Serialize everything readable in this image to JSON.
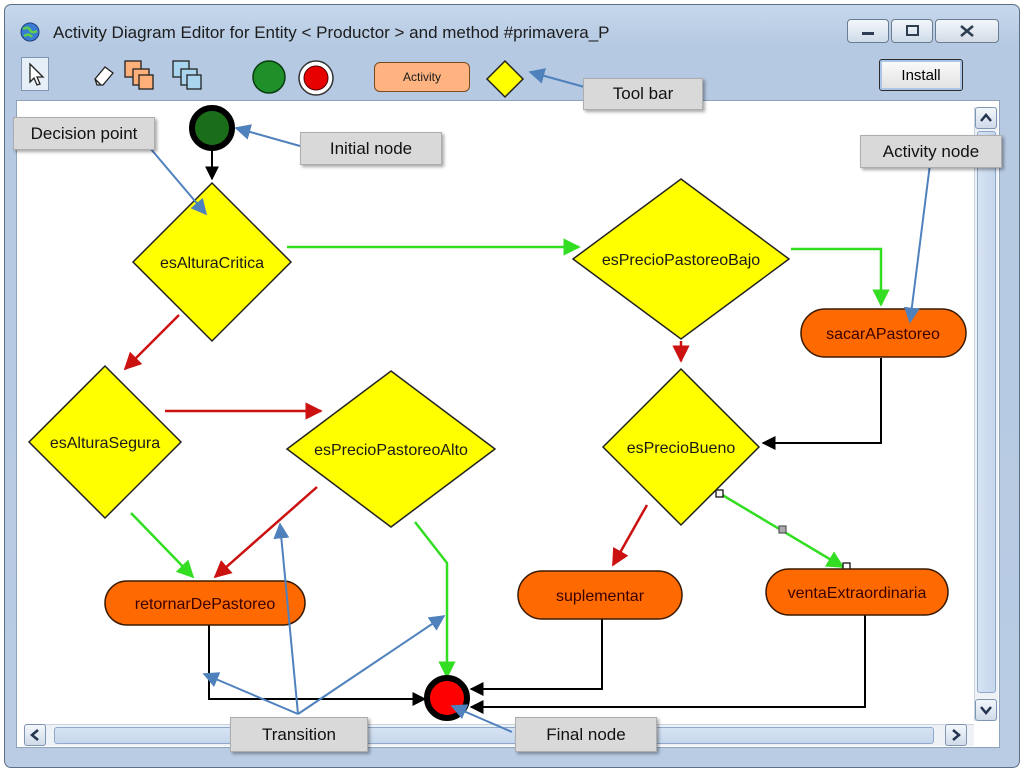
{
  "window": {
    "title": "Activity Diagram Editor for Entity < Productor >  and method #primavera_P"
  },
  "toolbar": {
    "activity_label": "Activity",
    "install_label": "Install"
  },
  "diagram": {
    "decisions": {
      "esAlturaCritica": "esAlturaCritica",
      "esAlturaSegura": "esAlturaSegura",
      "esPrecioPastoreoAlto": "esPrecioPastoreoAlto",
      "esPrecioPastoreoBajo": "esPrecioPastoreoBajo",
      "esPrecioBueno": "esPrecioBueno"
    },
    "activities": {
      "sacarAPastoreo": "sacarAPastoreo",
      "retornarDePastoreo": "retornarDePastoreo",
      "suplementar": "suplementar",
      "ventaExtraordinaria": "ventaExtraordinaria"
    },
    "colors": {
      "decision_fill": "#ffff00",
      "activity_fill": "#ff6a00",
      "true_arrow": "#33dd22",
      "false_arrow": "#cc1111",
      "flow_arrow": "#000000",
      "initial_fill": "#1a6e1a",
      "final_fill": "#ff0000"
    }
  },
  "callouts": {
    "decision_point": "Decision point",
    "initial_node": "Initial node",
    "tool_bar": "Tool bar",
    "activity_node": "Activity node",
    "transition": "Transition",
    "final_node": "Final node"
  }
}
